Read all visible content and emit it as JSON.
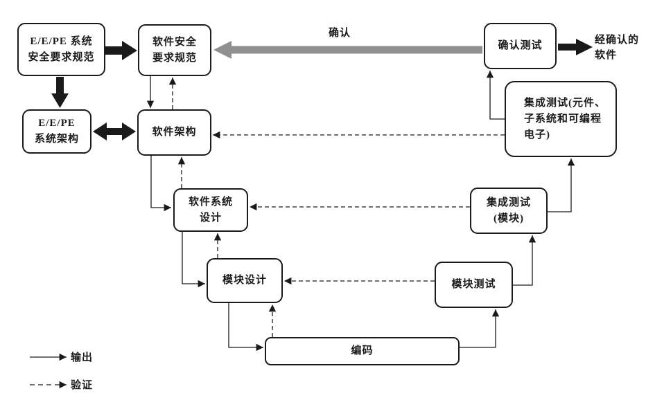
{
  "colors": {
    "line": "#1a1a1a",
    "validation_arrow": "#8f8f8f"
  },
  "boxes": {
    "ee_srs": "E/E/PE 系统\n安全要求规范",
    "ee_arch": "E/E/PE\n系统架构",
    "sw_srs": "软件安全\n要求规范",
    "sw_arch": "软件架构",
    "sw_sys_design": "软件系统\n设计",
    "module_design": "模块设计",
    "coding": "编码",
    "module_test": "模块测试",
    "integration_test_module": "集成测试\n(模块)",
    "integration_test_pe": "集成测试(元件、\n子系统和可编程\n电子)",
    "validation_test": "确认测试"
  },
  "labels": {
    "validation_arrow": "确认",
    "validated_software": "经确认的\n软件"
  },
  "legend": {
    "output_label": "输出",
    "verification_label": "验证"
  }
}
